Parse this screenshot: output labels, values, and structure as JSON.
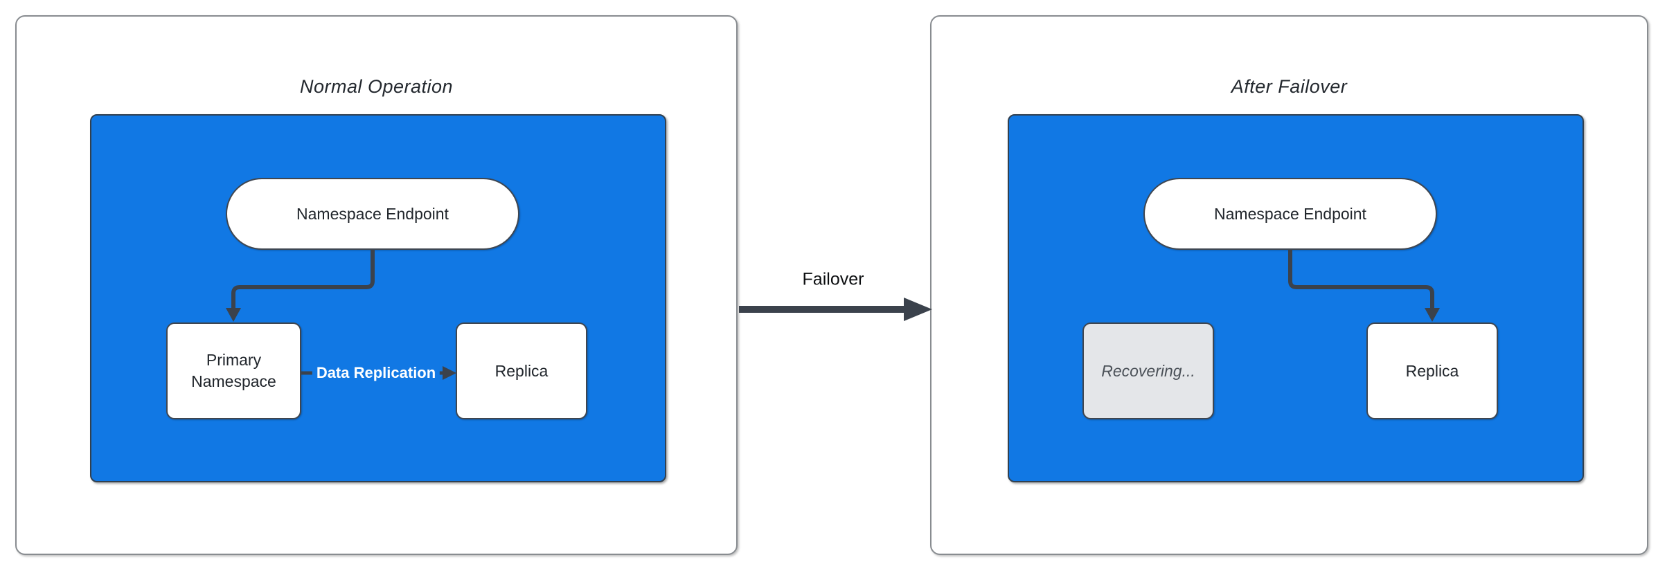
{
  "diagram": {
    "left_panel": {
      "title": "Normal Operation",
      "endpoint_label": "Namespace Endpoint",
      "primary_label": "Primary Namespace",
      "replica_label": "Replica",
      "replication_edge_label": "Data Replication"
    },
    "right_panel": {
      "title": "After Failover",
      "endpoint_label": "Namespace Endpoint",
      "recovering_label": "Recovering...",
      "replica_label": "Replica"
    },
    "failover_edge_label": "Failover",
    "colors": {
      "container_fill": "#1178e4",
      "container_border": "#31404f",
      "node_fill": "#ffffff",
      "node_border": "#3f4650",
      "disabled_node_fill": "#e4e6e9",
      "disabled_node_text": "#4b5158",
      "edge_color": "#3b424c",
      "edge_label_text": "#ffffff",
      "panel_border": "#888c90",
      "title_text": "#23282e"
    }
  }
}
